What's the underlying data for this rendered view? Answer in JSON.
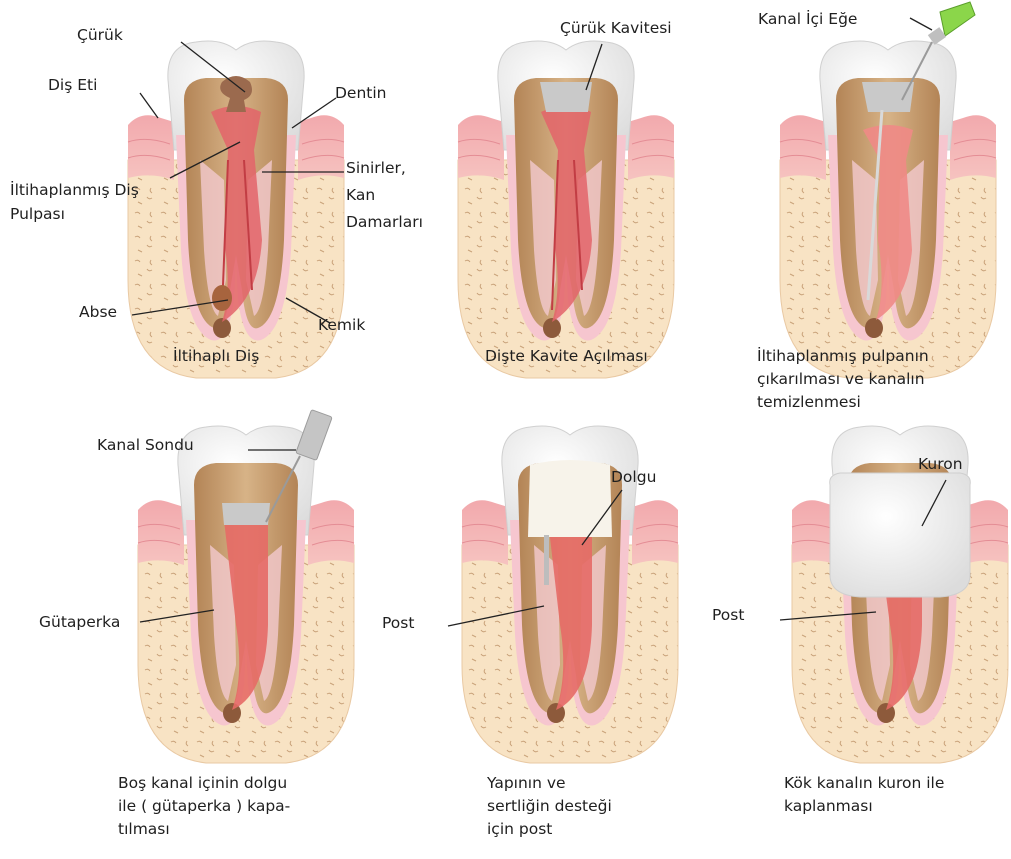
{
  "panels": [
    {
      "caption": [
        "İltihaplı Diş"
      ],
      "labels": {
        "curuk": "Çürük",
        "dis_eti": "Diş Eti",
        "dentin": "Dentin",
        "iltihap_1": "İltihaplanmış Diş",
        "iltihap_2": "Pulpası",
        "sinir_1": "Sinirler,",
        "sinir_2": "Kan",
        "sinir_3": "Damarları",
        "abse": "Abse",
        "kemik": "Kemik"
      }
    },
    {
      "caption": [
        "Dişte Kavite Açılması"
      ],
      "labels": {
        "kavite": "Çürük Kavitesi"
      }
    },
    {
      "caption": [
        "İltihaplanmış pulpanın",
        "çıkarılması ve kanalın",
        "temizlenmesi"
      ],
      "labels": {
        "ege": "Kanal İçi Eğe"
      }
    },
    {
      "caption": [
        "Boş kanal içinin dolgu",
        "ile ( gütaperka ) kapa-",
        "tılması"
      ],
      "labels": {
        "sondu": "Kanal Sondu",
        "gutaperka": "Gütaperka"
      }
    },
    {
      "caption": [
        "Yapının ve",
        "sertliğin desteği",
        "için post"
      ],
      "labels": {
        "dolgu": "Dolgu",
        "post": "Post"
      }
    },
    {
      "caption": [
        "Kök kanalın kuron ile",
        "kaplanması"
      ],
      "labels": {
        "kuron": "Kuron",
        "post": "Post"
      }
    }
  ]
}
